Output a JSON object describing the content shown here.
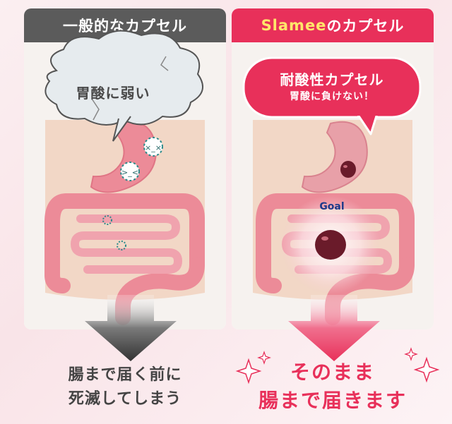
{
  "left_panel": {
    "header": "一般的なカプセル",
    "bubble_text": "胃酸に弱い",
    "caption_line1": "腸まで届く前に",
    "caption_line2": "死滅してしまう"
  },
  "right_panel": {
    "header_brand": "Slamee",
    "header_suffix": "のカプセル",
    "bubble_title": "耐酸性カプセル",
    "bubble_subtitle": "胃酸に負けない！",
    "goal_label": "Goal",
    "caption_line1": "そのまま",
    "caption_line2": "腸まで届きます"
  },
  "colors": {
    "left_header": "#5b5b5b",
    "right_header": "#e8305a",
    "brand_text": "#ffe76a",
    "accent_pink": "#e8305a",
    "intestine": "#e98a98"
  }
}
